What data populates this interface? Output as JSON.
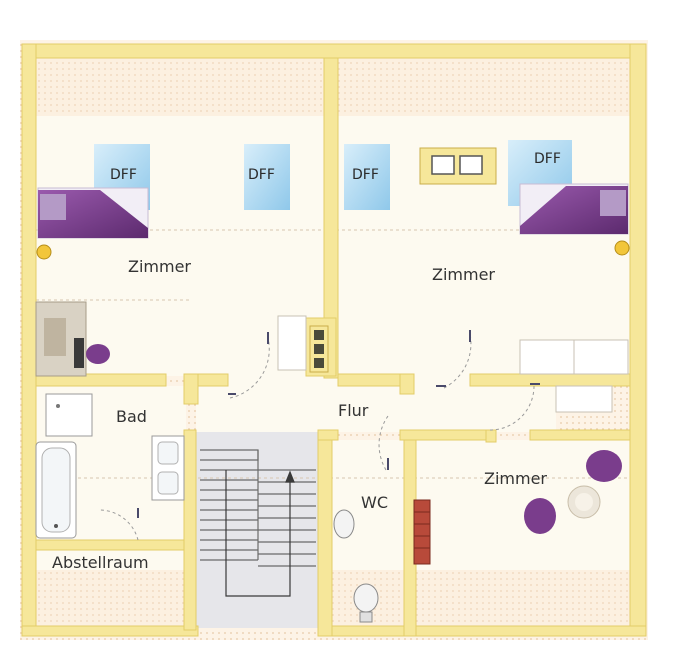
{
  "plan": {
    "rooms": {
      "zimmer_left": "Zimmer",
      "zimmer_right": "Zimmer",
      "zimmer_lower": "Zimmer",
      "bad": "Bad",
      "flur": "Flur",
      "wc": "WC",
      "abstellraum": "Abstellraum"
    },
    "roof_windows": {
      "w1": "DFF",
      "w2": "DFF",
      "w3": "DFF",
      "w4": "DFF"
    },
    "colors": {
      "wall": "#f6e79a",
      "wall_edge": "#e3cc68",
      "floor": "#fdfaf0",
      "slope": "#fbe8d4",
      "furniture_purple": "#7a3d8c",
      "window_blue": "#b8def3",
      "lamp": "#f2c63a"
    }
  }
}
